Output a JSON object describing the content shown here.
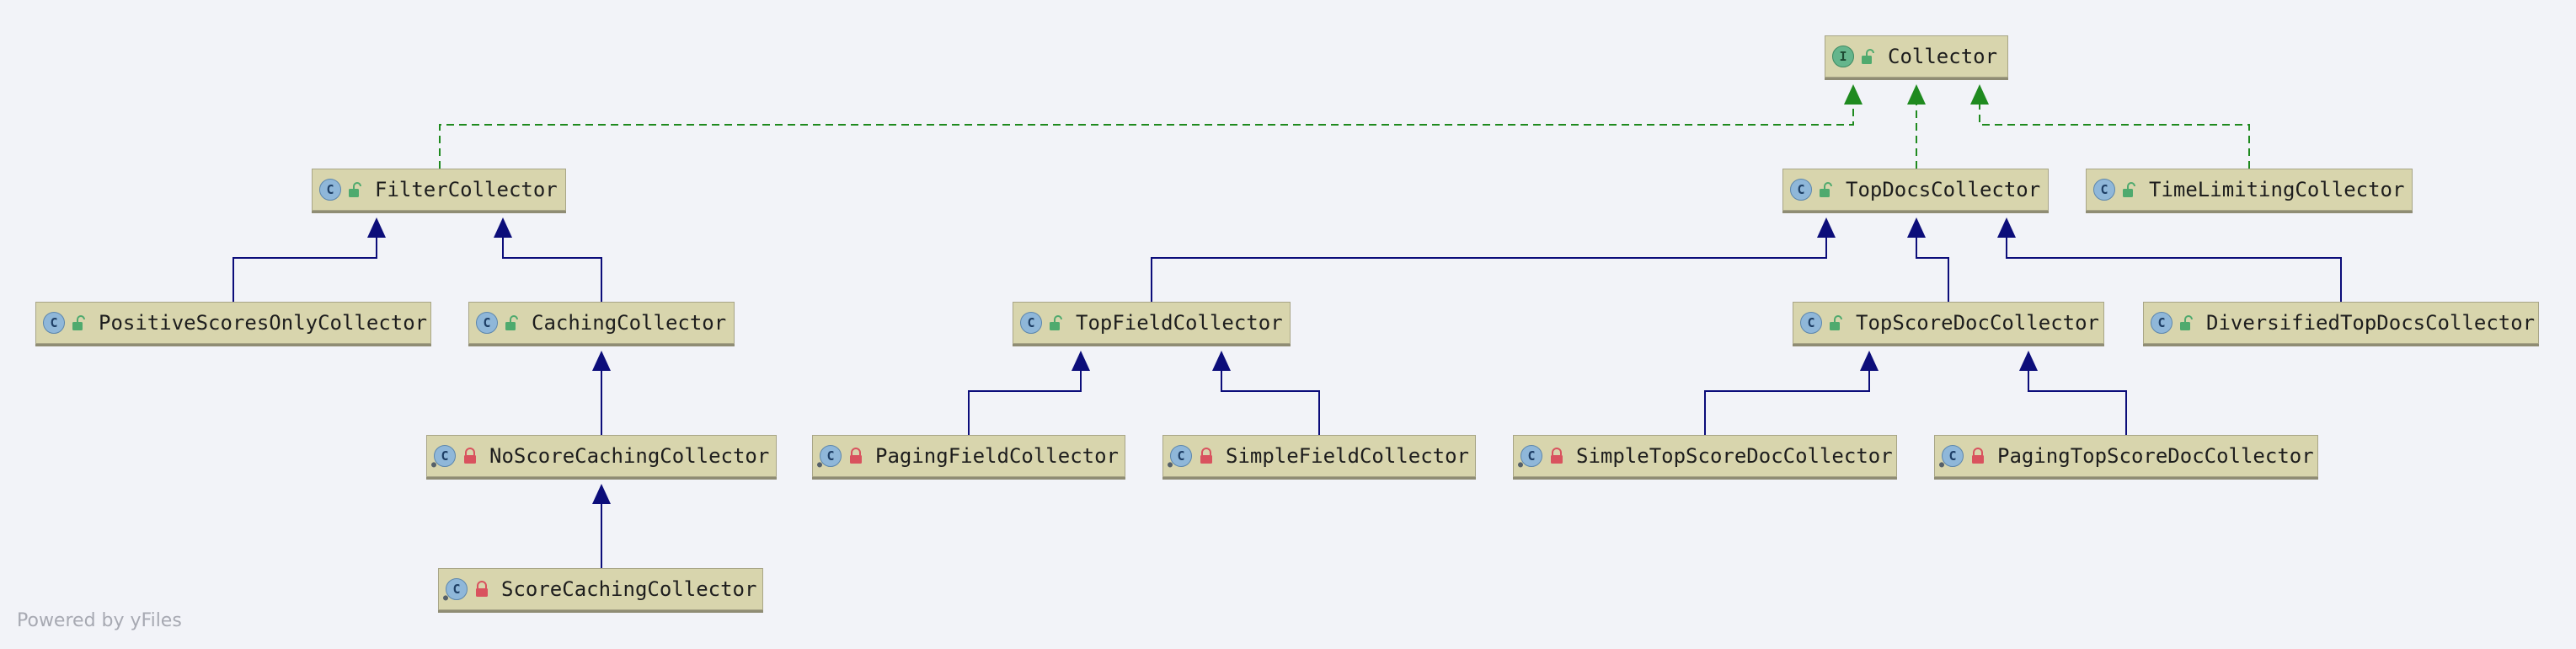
{
  "diagram": {
    "nodes": [
      {
        "id": "Collector",
        "label": "Collector",
        "kind": "interface",
        "access": "public"
      },
      {
        "id": "FilterCollector",
        "label": "FilterCollector",
        "kind": "class",
        "access": "public"
      },
      {
        "id": "TopDocsCollector",
        "label": "TopDocsCollector",
        "kind": "class",
        "access": "public"
      },
      {
        "id": "TimeLimitingCollector",
        "label": "TimeLimitingCollector",
        "kind": "class",
        "access": "public"
      },
      {
        "id": "PositiveScoresOnlyCollector",
        "label": "PositiveScoresOnlyCollector",
        "kind": "class",
        "access": "public"
      },
      {
        "id": "CachingCollector",
        "label": "CachingCollector",
        "kind": "class",
        "access": "public"
      },
      {
        "id": "TopFieldCollector",
        "label": "TopFieldCollector",
        "kind": "class",
        "access": "public"
      },
      {
        "id": "TopScoreDocCollector",
        "label": "TopScoreDocCollector",
        "kind": "class",
        "access": "public"
      },
      {
        "id": "DiversifiedTopDocsCollector",
        "label": "DiversifiedTopDocsCollector",
        "kind": "class",
        "access": "public"
      },
      {
        "id": "NoScoreCachingCollector",
        "label": "NoScoreCachingCollector",
        "kind": "class",
        "access": "private"
      },
      {
        "id": "PagingFieldCollector",
        "label": "PagingFieldCollector",
        "kind": "class",
        "access": "private"
      },
      {
        "id": "SimpleFieldCollector",
        "label": "SimpleFieldCollector",
        "kind": "class",
        "access": "private"
      },
      {
        "id": "SimpleTopScoreDocCollector",
        "label": "SimpleTopScoreDocCollector",
        "kind": "class",
        "access": "private"
      },
      {
        "id": "PagingTopScoreDocCollector",
        "label": "PagingTopScoreDocCollector",
        "kind": "class",
        "access": "private"
      },
      {
        "id": "ScoreCachingCollector",
        "label": "ScoreCachingCollector",
        "kind": "class",
        "access": "private"
      }
    ],
    "edges": [
      {
        "from": "FilterCollector",
        "to": "Collector",
        "type": "implements"
      },
      {
        "from": "TopDocsCollector",
        "to": "Collector",
        "type": "implements"
      },
      {
        "from": "TimeLimitingCollector",
        "to": "Collector",
        "type": "implements"
      },
      {
        "from": "PositiveScoresOnlyCollector",
        "to": "FilterCollector",
        "type": "extends"
      },
      {
        "from": "CachingCollector",
        "to": "FilterCollector",
        "type": "extends"
      },
      {
        "from": "NoScoreCachingCollector",
        "to": "CachingCollector",
        "type": "extends"
      },
      {
        "from": "ScoreCachingCollector",
        "to": "NoScoreCachingCollector",
        "type": "extends"
      },
      {
        "from": "TopFieldCollector",
        "to": "TopDocsCollector",
        "type": "extends"
      },
      {
        "from": "TopScoreDocCollector",
        "to": "TopDocsCollector",
        "type": "extends"
      },
      {
        "from": "DiversifiedTopDocsCollector",
        "to": "TopDocsCollector",
        "type": "extends"
      },
      {
        "from": "PagingFieldCollector",
        "to": "TopFieldCollector",
        "type": "extends"
      },
      {
        "from": "SimpleFieldCollector",
        "to": "TopFieldCollector",
        "type": "extends"
      },
      {
        "from": "SimpleTopScoreDocCollector",
        "to": "TopScoreDocCollector",
        "type": "extends"
      },
      {
        "from": "PagingTopScoreDocCollector",
        "to": "TopScoreDocCollector",
        "type": "extends"
      }
    ]
  },
  "colors": {
    "background": "#f2f3f8",
    "node_fill": "#d8d5ad",
    "extends_edge": "#0c0d7a",
    "implements_edge": "#1f8a1f",
    "public_icon": "#4faa6e",
    "private_icon": "#d9525e"
  },
  "watermark": "Powered by yFiles"
}
